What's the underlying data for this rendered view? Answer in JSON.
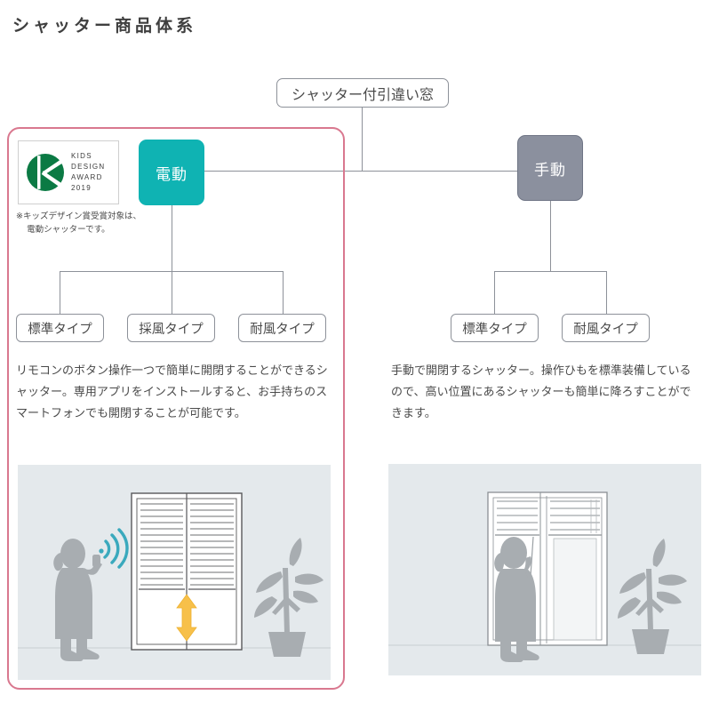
{
  "page": {
    "title": "シャッター商品体系"
  },
  "tree": {
    "root": {
      "label": "シャッター付引違い窓"
    },
    "branches": [
      {
        "id": "electric",
        "label": "電動",
        "color": "#0fb3b3",
        "highlighted": true,
        "highlight_color": "#d9788f",
        "types": [
          {
            "label": "標準タイプ"
          },
          {
            "label": "採風タイプ"
          },
          {
            "label": "耐風タイプ"
          }
        ],
        "description": "リモコンのボタン操作一つで簡単に開閉することができるシャッター。専用アプリをインストールすると、お手持ちのスマートフォンでも開閉することが可能です。"
      },
      {
        "id": "manual",
        "label": "手動",
        "color": "#8b909e",
        "highlighted": false,
        "types": [
          {
            "label": "標準タイプ"
          },
          {
            "label": "耐風タイプ"
          }
        ],
        "description": "手動で開閉するシャッター。操作ひもを標準装備しているので、高い位置にあるシャッターも簡単に降ろすことができます。"
      }
    ]
  },
  "award": {
    "mark": "kids-design-award-logo",
    "mark_color": "#0b7a44",
    "lines": [
      "KIDS",
      "DESIGN",
      "AWARD",
      "2019"
    ],
    "note": "※キッズデザイン賞受賞対象は、\n　 電動シャッターです。"
  },
  "illustrations": {
    "left": {
      "name": "electric-shutter-scene",
      "caption_elements": [
        "woman-with-remote",
        "signal-waves",
        "shutter-window",
        "up-down-arrow",
        "potted-plant"
      ],
      "signal_color": "#3aa9bd",
      "arrow_color": "#f7c04a"
    },
    "right": {
      "name": "manual-shutter-scene",
      "caption_elements": [
        "woman-pulling-cord",
        "shutter-window",
        "potted-plant"
      ]
    }
  }
}
